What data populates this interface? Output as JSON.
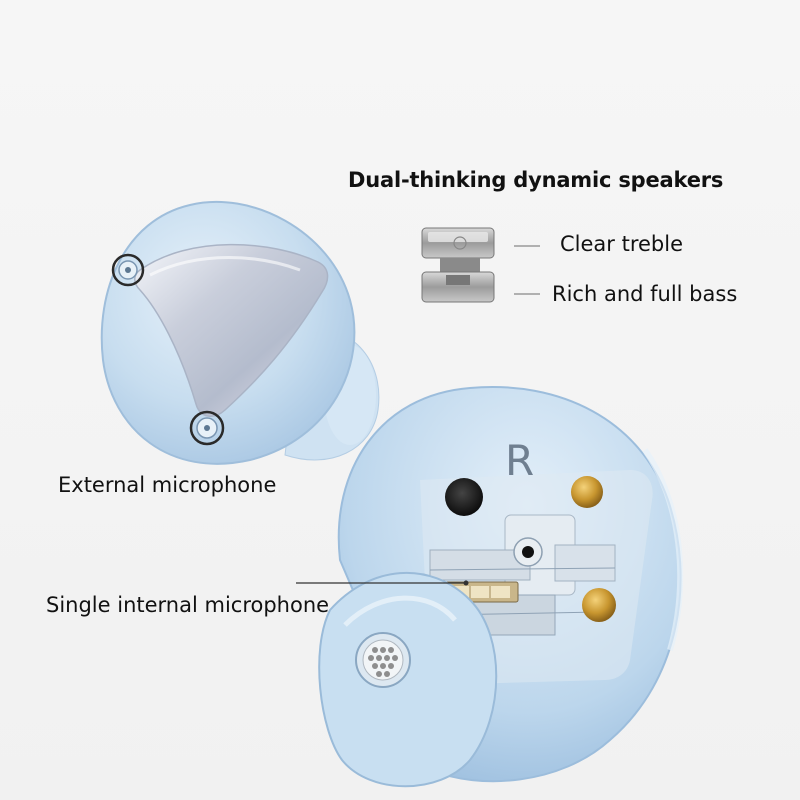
{
  "heading": "Dual-thinking dynamic speakers",
  "speaker_labels": {
    "treble": "Clear treble",
    "bass": "Rich and full bass"
  },
  "microphone_labels": {
    "external": "External microphone",
    "internal": "Single internal microphone"
  },
  "earbud_marking": "R",
  "colors": {
    "background": "#f3f3f3",
    "earbud_blue": "#c3dcf0",
    "gold_contact": "#c8962f",
    "text": "#111111"
  }
}
